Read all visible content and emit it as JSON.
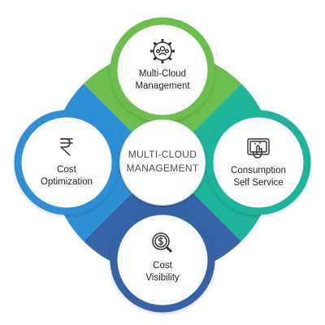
{
  "center": {
    "line1": "MULTI-CLOUD",
    "line2": "MANAGEMENT"
  },
  "nodes": {
    "top": {
      "line1": "Multi-Cloud",
      "line2": "Management",
      "icon": "gear-people-icon",
      "color": "#6cbf4e"
    },
    "right": {
      "line1": "Consumption",
      "line2": "Self Service",
      "icon": "touch-screen-icon",
      "color": "#1fb59a"
    },
    "bottom": {
      "line1": "Cost",
      "line2": "Visibility",
      "icon": "dollar-search-icon",
      "color": "#3564a8"
    },
    "left": {
      "line1": "Cost",
      "line2": "Optimization",
      "icon": "rupee-icon",
      "color": "#2f8fd5"
    }
  }
}
